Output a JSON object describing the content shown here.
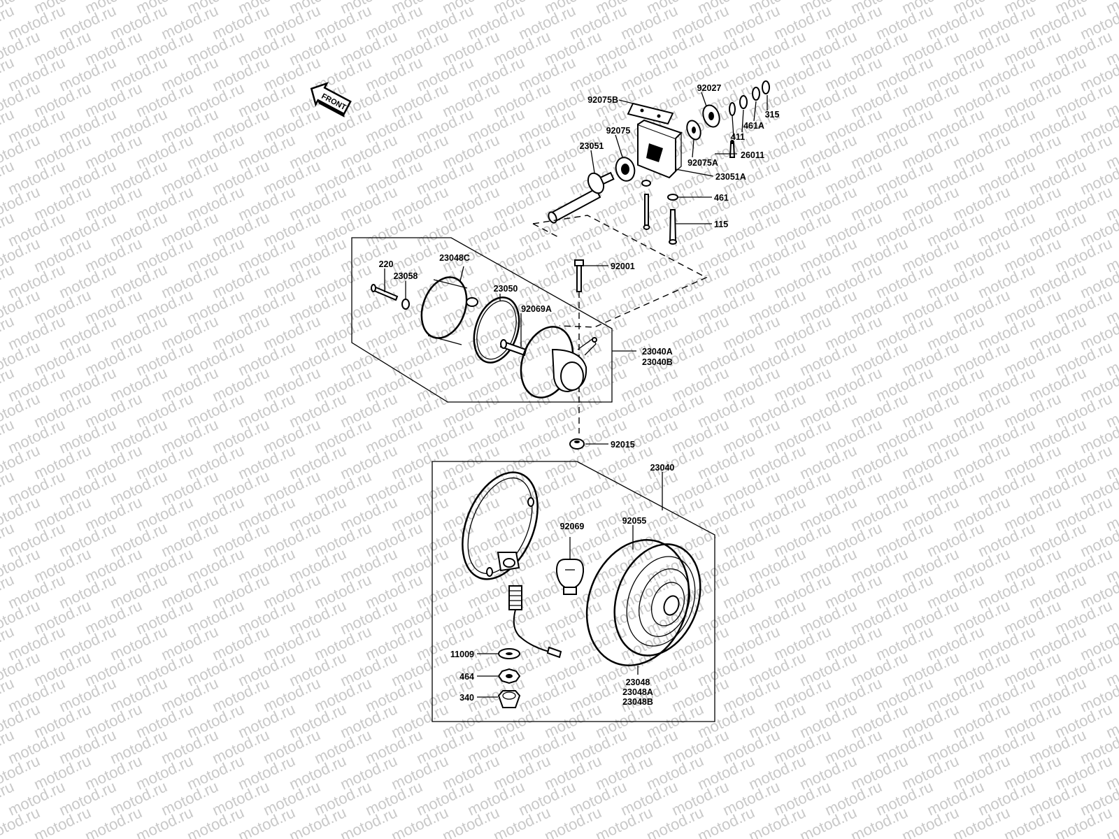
{
  "watermark": "motod.ru",
  "front_arrow": "FRONT",
  "parts": {
    "p92075B": "92075B",
    "p92027": "92027",
    "p315": "315",
    "p461A": "461A",
    "p411": "411",
    "p92075": "92075",
    "p26011": "26011",
    "p23051": "23051",
    "p92075A": "92075A",
    "p23051A": "23051A",
    "p461": "461",
    "p115": "115",
    "p92001": "92001",
    "p220": "220",
    "p23058": "23058",
    "p23048C": "23048C",
    "p23050": "23050",
    "p92069A": "92069A",
    "p23040A": "23040A",
    "p23040B": "23040B",
    "p92015": "92015",
    "p23040": "23040",
    "p92069": "92069",
    "p92055": "92055",
    "p11009": "11009",
    "p464": "464",
    "p340": "340",
    "p23048": "23048",
    "p23048A": "23048A",
    "p23048B": "23048B"
  }
}
